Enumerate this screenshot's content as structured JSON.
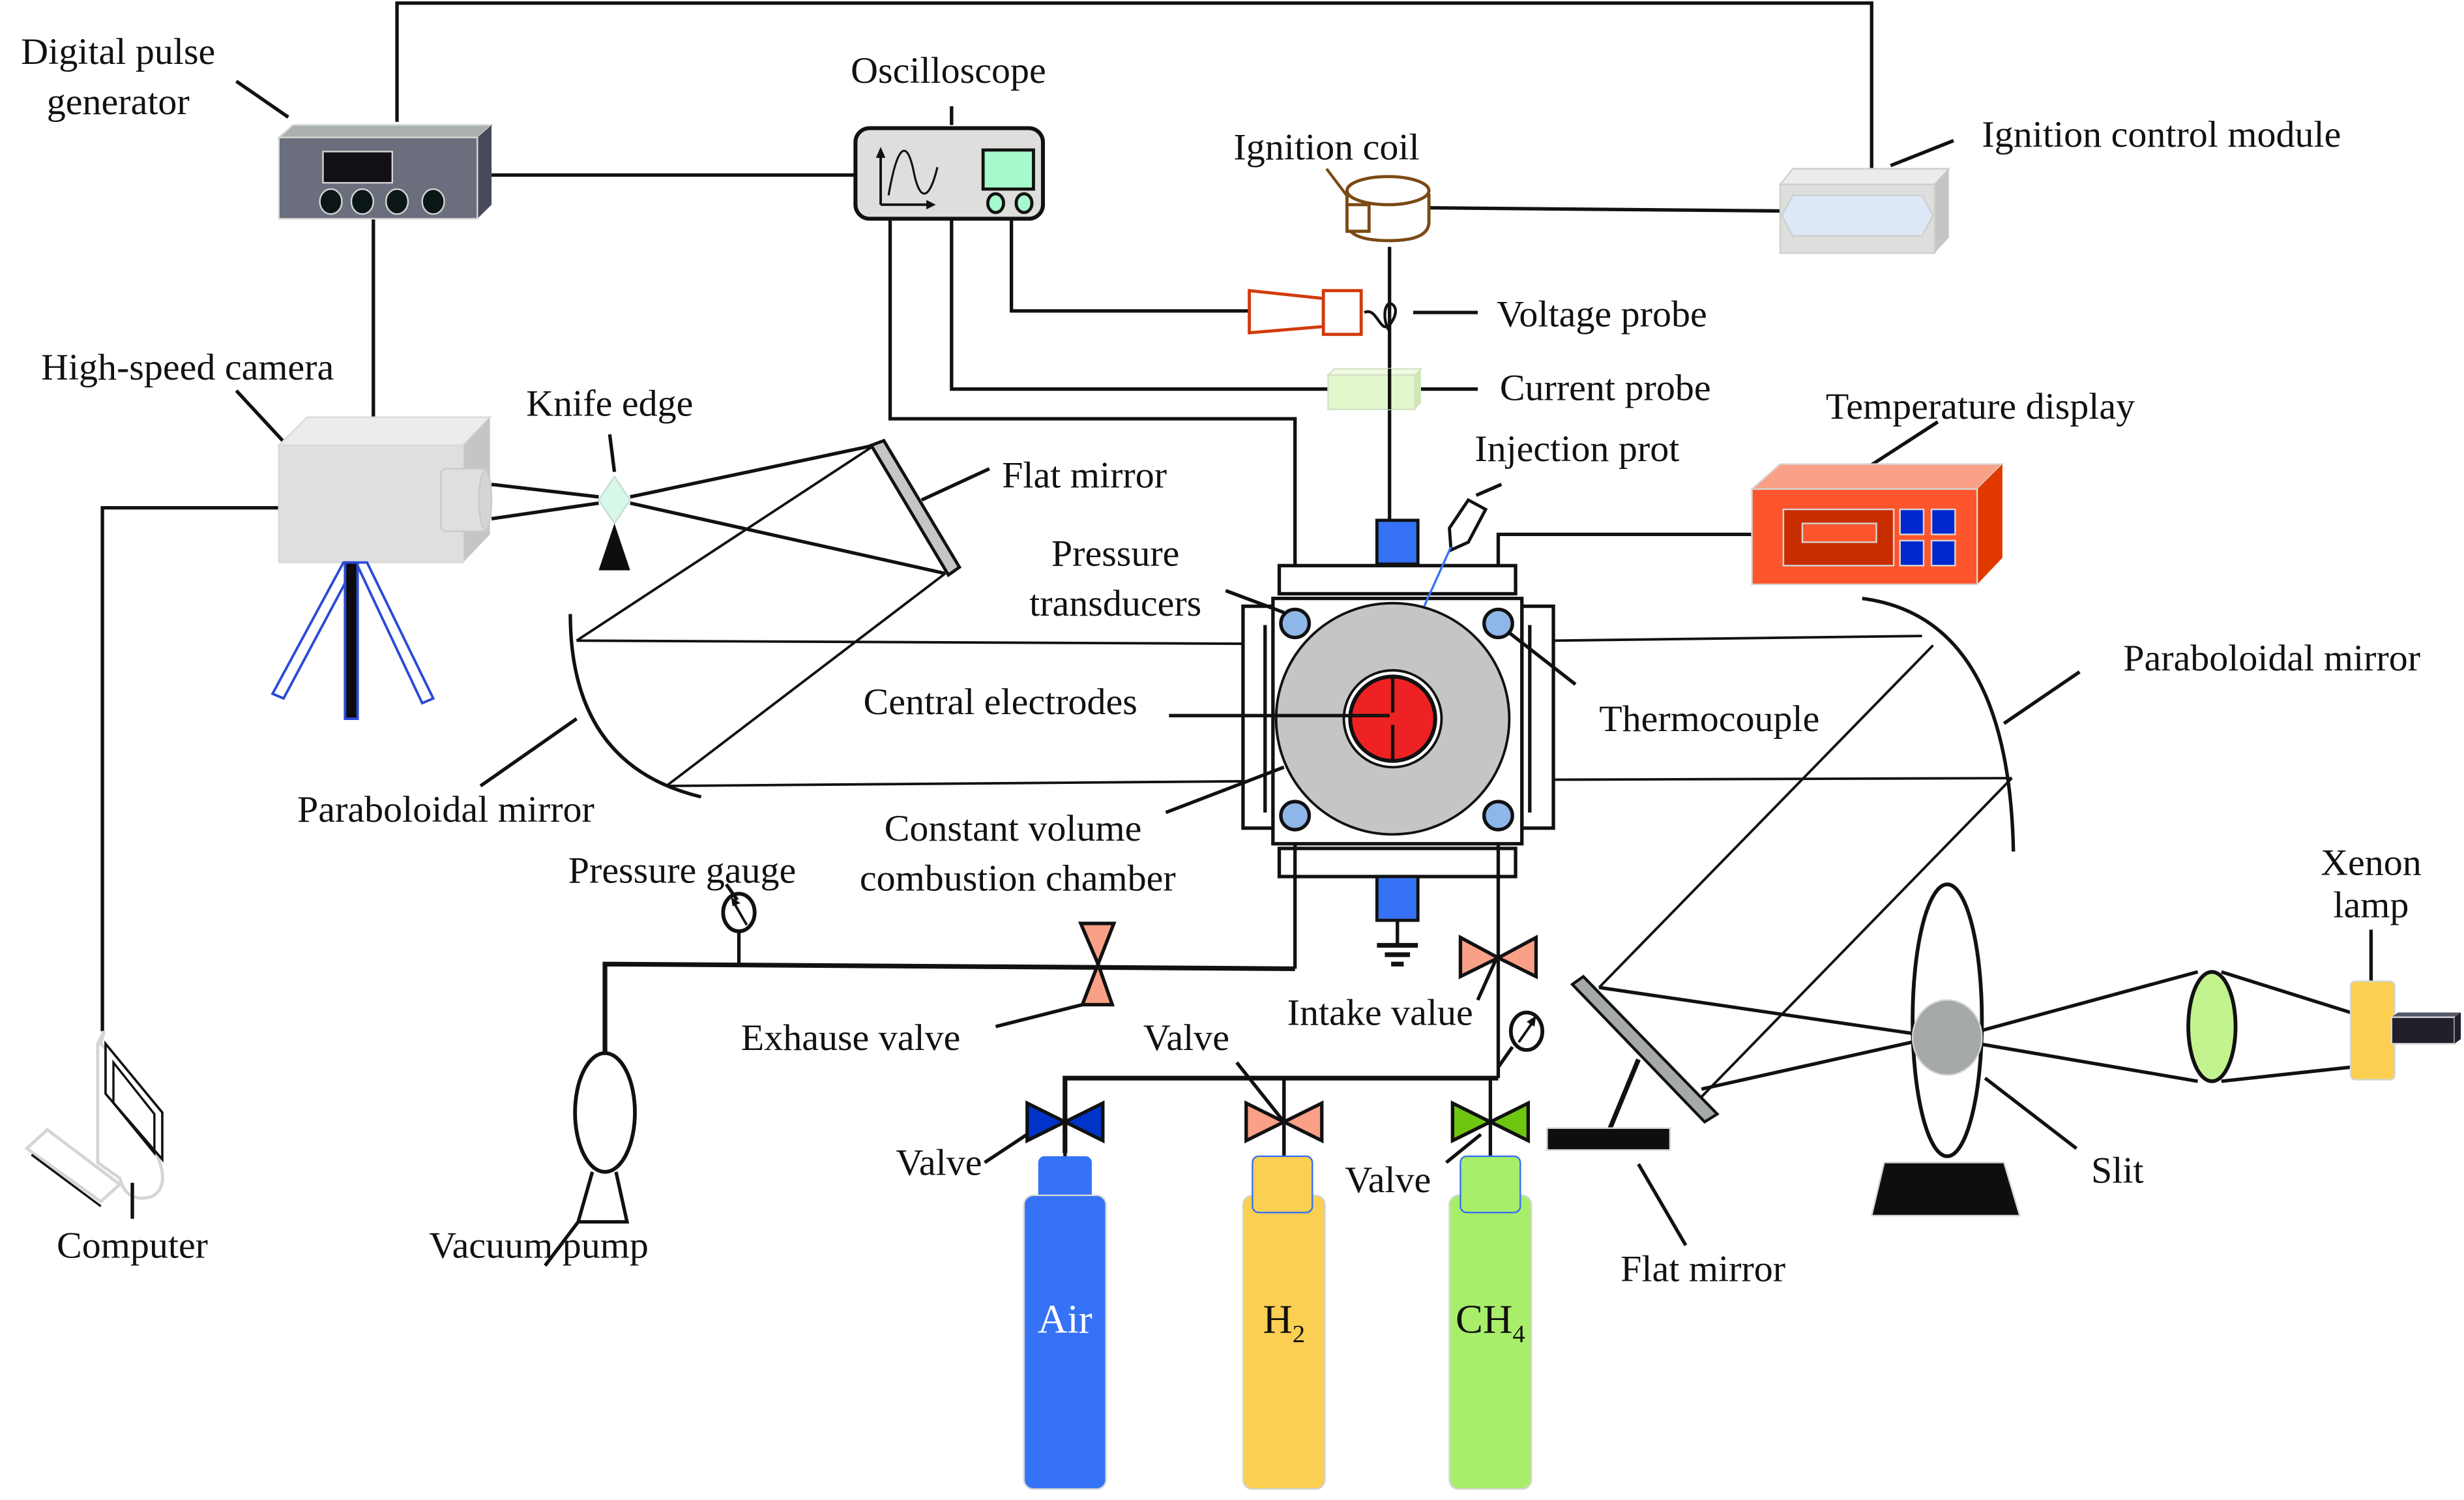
{
  "diagram": {
    "title_hidden": "",
    "labels": {
      "digital_pulse_generator_1": "Digital pulse",
      "digital_pulse_generator_2": "generator",
      "oscilloscope": "Oscilloscope",
      "ignition_coil": "Ignition coil",
      "ignition_control_module": "Ignition control module",
      "voltage_probe": "Voltage probe",
      "current_probe": "Current probe",
      "high_speed_camera": "High-speed camera",
      "knife_edge": "Knife edge",
      "flat_mirror_top": "Flat mirror",
      "injection_port": "Injection prot",
      "temperature_display": "Temperature display",
      "pressure_transducers_1": "Pressure",
      "pressure_transducers_2": "transducers",
      "central_electrodes": "Central electrodes",
      "thermocouple": "Thermocouple",
      "paraboloidal_mirror_left": "Paraboloidal mirror",
      "paraboloidal_mirror_right": "Paraboloidal mirror",
      "chamber_1": "Constant volume",
      "chamber_2": "combustion chamber",
      "pressure_gauge": "Pressure gauge",
      "exhaust_valve": "Exhause valve",
      "intake_valve": "Intake value",
      "valve_top": "Valve",
      "valve_air": "Valve",
      "valve_ch4": "Valve",
      "computer": "Computer",
      "vacuum_pump": "Vacuum pump",
      "flat_mirror_bottom": "Flat mirror",
      "slit": "Slit",
      "xenon_lamp_1": "Xenon",
      "xenon_lamp_2": "lamp"
    },
    "cylinders": [
      {
        "name": "air",
        "label": "Air",
        "sub": "",
        "color": "#3572f5",
        "text_color": "#ffffff",
        "valve_color": "#0033c8"
      },
      {
        "name": "h2",
        "label": "H",
        "sub": "2",
        "color": "#fbcf52",
        "text_color": "#111111",
        "valve_color": "#f9a087"
      },
      {
        "name": "ch4",
        "label": "CH",
        "sub": "4",
        "color": "#a8ee6a",
        "text_color": "#111111",
        "valve_color": "#6ec610"
      }
    ],
    "colors": {
      "pulse_generator": "#6b6f7d",
      "camera": "#dfe0de",
      "chamber_disk": "#c3c6c3",
      "electrode": "#ee2222",
      "transducer": "#8fb6e8",
      "temp_display": "#ff552c",
      "ignition_module_window": "#dde8f6",
      "lamp": "#fbcf52",
      "lens_green": "#c2f38e",
      "blue_block": "#3572f5",
      "salmon_valve": "#f9a087"
    }
  }
}
